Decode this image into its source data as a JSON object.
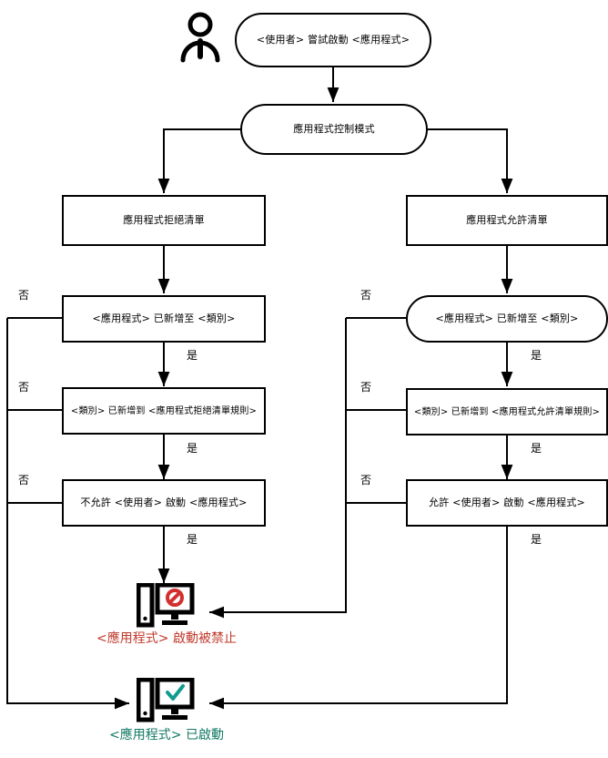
{
  "diagram": {
    "title_actor": "user-actor",
    "colors": {
      "line": "#000000",
      "blocked_text": "#c0392b",
      "allowed_text": "#117a65",
      "blocked_icon": "#d32f2f",
      "allowed_icon": "#0f9b8e",
      "node_border": "#000000",
      "node_fill": "#ffffff"
    },
    "nodes": {
      "start": "<使用者> 嘗試啟動 <應用程式>",
      "mode": "應用程式控制模式",
      "deny_list": "應用程式拒絕清單",
      "allow_list": "應用程式允許清單",
      "deny_added_category": "<應用程式> 已新增至 <類別>",
      "allow_added_category": "<應用程式> 已新增至 <類別>",
      "deny_category_rule": "<類別> 已新增到 <應用程式拒絕清單規則>",
      "allow_category_rule": "<類別> 已新增到 <應用程式允許清單規則>",
      "deny_launch": "不允許 <使用者> 啟動 <應用程式>",
      "allow_launch": "允許 <使用者> 啟動 <應用程式>"
    },
    "edge_labels": {
      "no": "否",
      "yes": "是",
      "left_no_1": "否",
      "left_no_2": "否",
      "left_no_3": "否",
      "left_yes_1": "是",
      "left_yes_2": "是",
      "left_yes_3": "是",
      "right_no_1": "否",
      "right_no_2": "否",
      "right_no_3": "否",
      "right_yes_1": "是",
      "right_yes_2": "是",
      "right_yes_3": "是"
    },
    "results": {
      "blocked_caption": "<應用程式> 啟動被禁止",
      "allowed_caption": "<應用程式> 已啟動",
      "blocked_icon_name": "monitor-blocked-icon",
      "allowed_icon_name": "monitor-allowed-icon"
    }
  }
}
